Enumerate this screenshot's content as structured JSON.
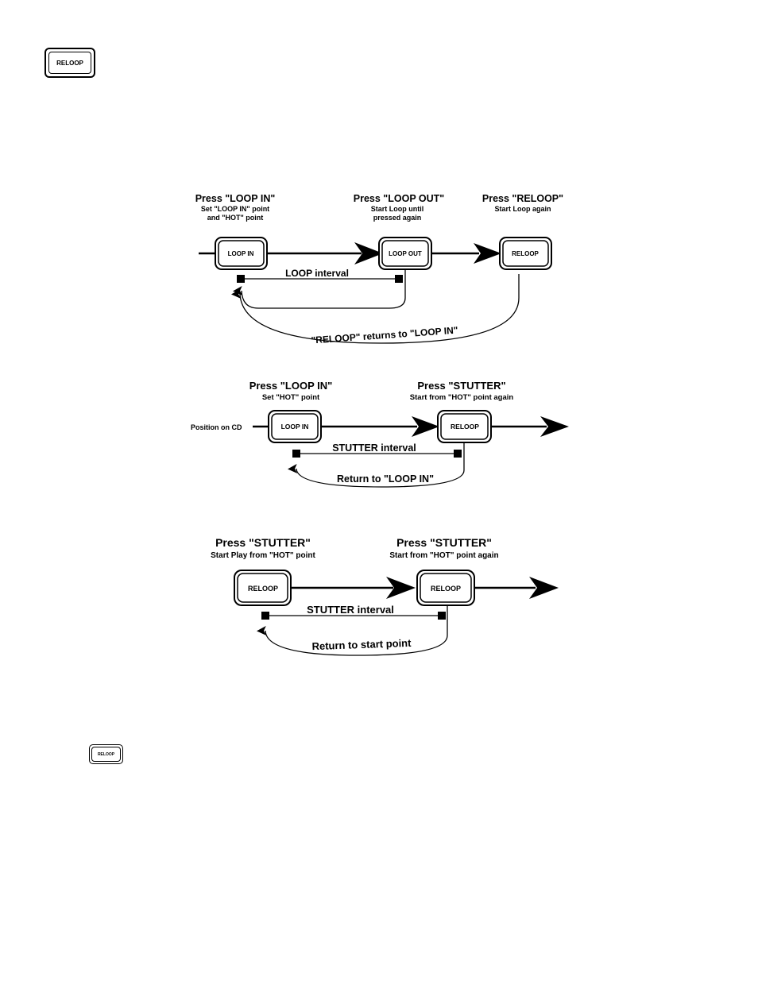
{
  "top_button": {
    "label": "RELOOP"
  },
  "bottom_button": {
    "label": "RELOOP"
  },
  "diagram1": {
    "step1_title": "Press \"LOOP IN\"",
    "step1_sub1": "Set \"LOOP IN\" point",
    "step1_sub2": "and \"HOT\" point",
    "step2_title": "Press \"LOOP OUT\"",
    "step2_sub1": "Start Loop until",
    "step2_sub2": "pressed again",
    "step3_title": "Press \"RELOOP\"",
    "step3_sub1": "Start Loop again",
    "btn_loop_in": "LOOP IN",
    "btn_loop_out": "LOOP OUT",
    "btn_reloop": "RELOOP",
    "interval_label": "LOOP interval",
    "return_label": "\"RELOOP\" returns to \"LOOP IN\""
  },
  "diagram2": {
    "step1_title": "Press \"LOOP IN\"",
    "step1_sub1": "Set \"HOT\" point",
    "step2_title": "Press \"STUTTER\"",
    "step2_sub1": "Start from \"HOT\" point again",
    "position_label": "Position on CD",
    "btn_loop_in": "LOOP IN",
    "btn_reloop": "RELOOP",
    "interval_label": "STUTTER interval",
    "return_label": "Return to \"LOOP IN\""
  },
  "diagram3": {
    "step1_title": "Press \"STUTTER\"",
    "step1_sub1": "Start Play from \"HOT\" point",
    "step2_title": "Press \"STUTTER\"",
    "step2_sub1": "Start from \"HOT\" point again",
    "btn1": "RELOOP",
    "btn2": "RELOOP",
    "interval_label": "STUTTER interval",
    "return_label": "Return to start point"
  }
}
